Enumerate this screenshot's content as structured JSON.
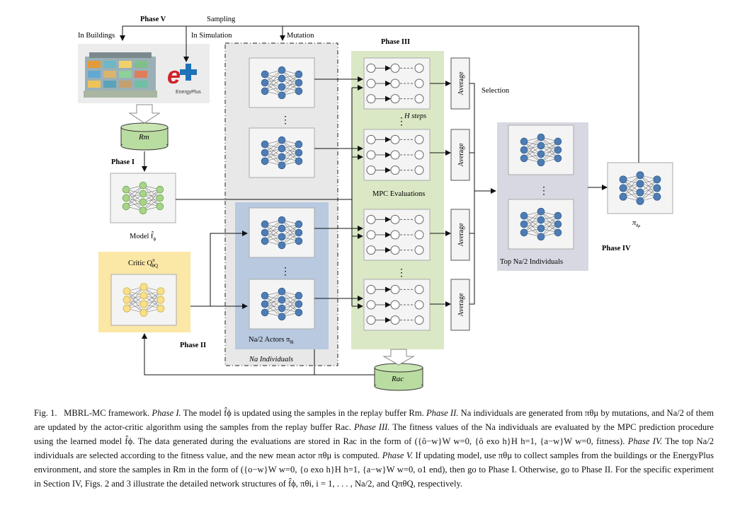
{
  "labels": {
    "phase_v": "Phase V",
    "sampling": "Sampling",
    "in_buildings": "In Buildings",
    "in_simulation": "In Simulation",
    "mutation": "Mutation",
    "phase_iii": "Phase III",
    "selection": "Selection",
    "h_steps": "H steps",
    "mpc_evaluations": "MPC Evaluations",
    "average": "Average",
    "phase_i": "Phase I",
    "model": "Model f̂",
    "model_sub": "ϕ",
    "critic": "Critic Q",
    "critic_sup": "π",
    "critic_sub": "θQ",
    "phase_ii": "Phase II",
    "actors": "Na/2 Actors π",
    "actors_sub": "θi",
    "individuals": "Na Individuals",
    "top_individuals": "Top Na/2 Individuals",
    "pi_mu": "π",
    "pi_mu_sub": "θμ",
    "phase_iv": "Phase IV",
    "r_m": "Rm",
    "r_ac": "Rac",
    "energyplus": "EnergyPlus",
    "vdots": "⋮"
  },
  "caption": {
    "fig": "Fig. 1.",
    "title": "MBRL-MC framework.",
    "p1_head": "Phase I.",
    "p1": "The model f̂ϕ is updated using the samples in the replay buffer Rm.",
    "p2_head": "Phase II.",
    "p2": "Na individuals are generated from πθμ by mutations, and Na/2 of them are updated by the actor-critic algorithm using the samples from the replay buffer Rac.",
    "p3_head": "Phase III.",
    "p3": "The fitness values of the Na individuals are evaluated by the MPC prediction procedure using the learned model f̂ϕ. The data generated during the evaluations are stored in Rac in the form of ({ô−w}W w=0, {ô exo h}H h=1, {a−w}W w=0, fitness).",
    "p4_head": "Phase IV.",
    "p4": "The top Na/2 individuals are selected according to the fitness value, and the new mean actor πθμ is computed.",
    "p5_head": "Phase V.",
    "p5": "If updating model, use πθμ to collect samples from the buildings or the EnergyPlus environment, and store the samples in Rm in the form of ({o−w}W w=0, {o exo h}H h=1, {a−w}W w=0, o1 end), then go to Phase I. Otherwise, go to Phase II. For the specific experiment in Section IV, Figs. 2 and 3 illustrate the detailed network structures of f̂ϕ, πθi, i = 1, . . . , Na/2, and QπθQ, respectively."
  }
}
